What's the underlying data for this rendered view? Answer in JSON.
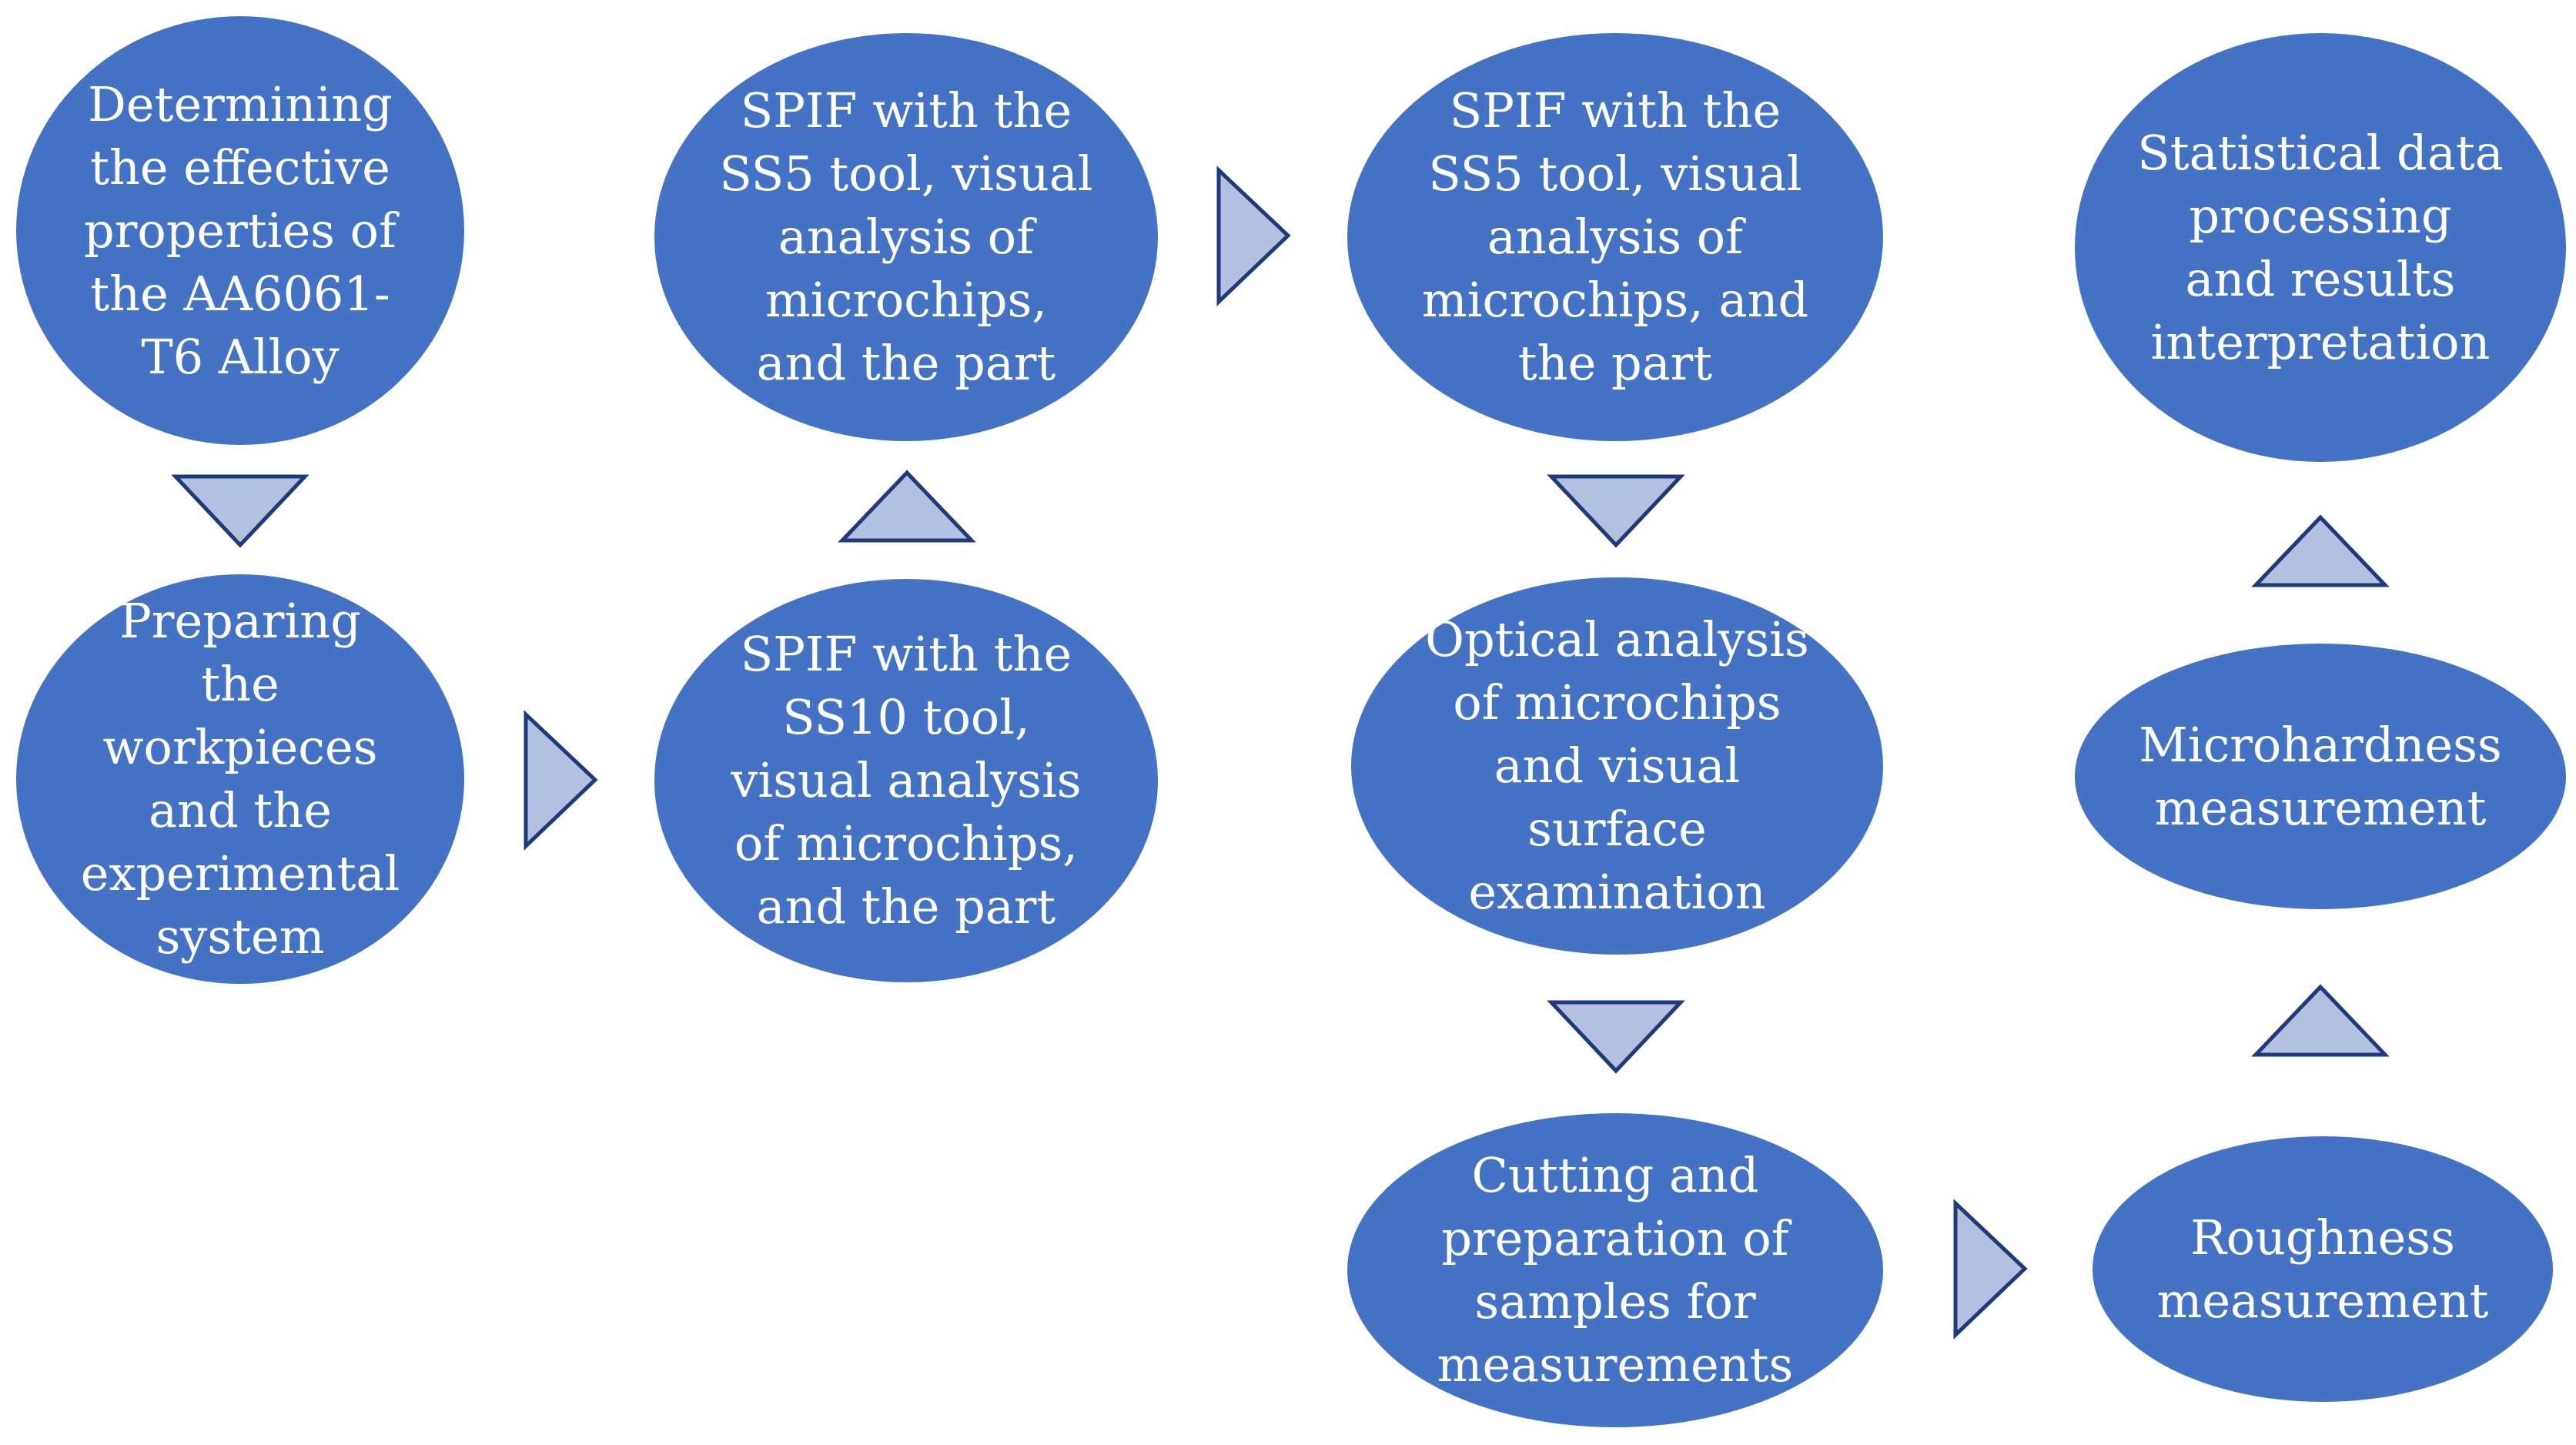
{
  "colors": {
    "node_fill": "#4472c4",
    "node_text": "#ffffff",
    "arrow_fill": "#b4c0e0",
    "arrow_stroke": "#1f3a78"
  },
  "nodes": [
    {
      "id": "determine-properties",
      "label": "Determining\nthe effective\nproperties of\nthe AA6061-\nT6 Alloy"
    },
    {
      "id": "prepare-workpieces",
      "label": "Preparing\nthe\nworkpieces\nand the\nexperimental\nsystem"
    },
    {
      "id": "spif-ss10",
      "label": "SPIF with the\nSS10 tool,\nvisual analysis\nof microchips,\nand the part"
    },
    {
      "id": "spif-ss5-first",
      "label": "SPIF with the\nSS5 tool, visual\nanalysis of\nmicrochips,\nand the part"
    },
    {
      "id": "spif-ss5-second",
      "label": "SPIF with the\nSS5 tool, visual\nanalysis of\nmicrochips, and\nthe part"
    },
    {
      "id": "optical-analysis",
      "label": "Optical analysis\nof microchips\nand visual\nsurface\nexamination"
    },
    {
      "id": "cutting-preparation",
      "label": "Cutting and\npreparation of\nsamples for\nmeasurements"
    },
    {
      "id": "roughness",
      "label": "Roughness\nmeasurement"
    },
    {
      "id": "microhardness",
      "label": "Microhardness\nmeasurement"
    },
    {
      "id": "statistical",
      "label": "Statistical data\nprocessing\nand results\ninterpretation"
    }
  ],
  "arrows": [
    {
      "id": "arrow-1",
      "direction": "down"
    },
    {
      "id": "arrow-2",
      "direction": "right"
    },
    {
      "id": "arrow-3",
      "direction": "up"
    },
    {
      "id": "arrow-4",
      "direction": "right"
    },
    {
      "id": "arrow-5",
      "direction": "down"
    },
    {
      "id": "arrow-6",
      "direction": "down"
    },
    {
      "id": "arrow-7",
      "direction": "right"
    },
    {
      "id": "arrow-8",
      "direction": "up"
    },
    {
      "id": "arrow-9",
      "direction": "up"
    }
  ]
}
